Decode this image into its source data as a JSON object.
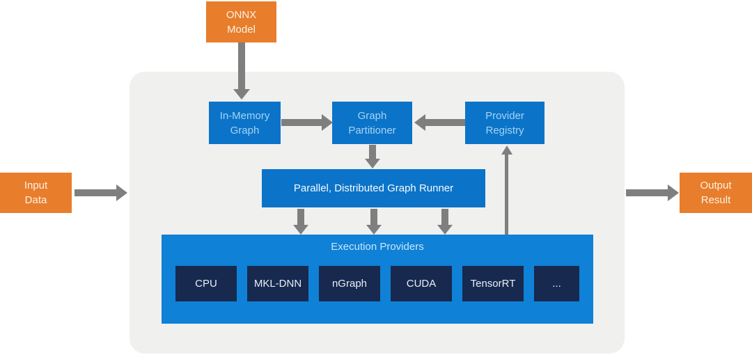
{
  "colors": {
    "orange": "#E87D2C",
    "box_blue": "#0B74C9",
    "execution_providers_blue": "#0F81D6",
    "chip_navy": "#17294F",
    "arrow_gray": "#7F7F7F",
    "container_gray": "#F0F0EF",
    "box_text_light_blue": "#A5D4F3",
    "white_text": "#F8FAFC"
  },
  "nodes": {
    "onnx_model": {
      "label": "ONNX\nModel"
    },
    "input_data": {
      "label": "Input\nData"
    },
    "output_result": {
      "label": "Output\nResult"
    },
    "in_memory_graph": {
      "label": "In-Memory\nGraph"
    },
    "graph_partitioner": {
      "label": "Graph\nPartitioner"
    },
    "provider_registry": {
      "label": "Provider\nRegistry"
    },
    "graph_runner": {
      "label": "Parallel, Distributed Graph Runner"
    },
    "execution_providers": {
      "label": "Execution Providers",
      "items": [
        "CPU",
        "MKL-DNN",
        "nGraph",
        "CUDA",
        "TensorRT",
        "..."
      ]
    }
  },
  "edges": [
    {
      "from": "onnx_model",
      "to": "in_memory_graph"
    },
    {
      "from": "input_data",
      "to": "runtime_container"
    },
    {
      "from": "runtime_container",
      "to": "output_result"
    },
    {
      "from": "in_memory_graph",
      "to": "graph_partitioner"
    },
    {
      "from": "provider_registry",
      "to": "graph_partitioner"
    },
    {
      "from": "graph_partitioner",
      "to": "graph_runner"
    },
    {
      "from": "graph_runner",
      "to": "execution_providers",
      "count": 3
    },
    {
      "from": "execution_providers",
      "to": "provider_registry"
    }
  ]
}
